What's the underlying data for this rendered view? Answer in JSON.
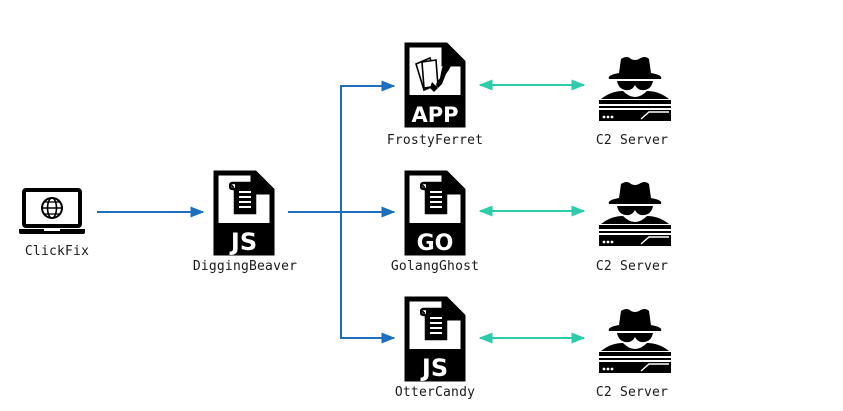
{
  "diagram": {
    "colors": {
      "flow_arrow": "#1f6fbf",
      "c2_arrow": "#2ecbaa",
      "icon": "#000000",
      "text": "#1a1a1a"
    },
    "nodes": {
      "clickfix": {
        "label": "ClickFix",
        "icon": "laptop-globe-icon"
      },
      "diggingbeaver": {
        "label": "DiggingBeaver",
        "icon": "js-file-icon",
        "badge": "JS"
      },
      "frostyferret": {
        "label": "FrostyFerret",
        "icon": "app-file-icon",
        "badge": "APP"
      },
      "golangghost": {
        "label": "GolangGhost",
        "icon": "go-file-icon",
        "badge": "GO"
      },
      "ottercandy": {
        "label": "OtterCandy",
        "icon": "js-file-icon",
        "badge": "JS"
      },
      "c2_1": {
        "label": "C2 Server",
        "icon": "c2-server-spy-icon"
      },
      "c2_2": {
        "label": "C2 Server",
        "icon": "c2-server-spy-icon"
      },
      "c2_3": {
        "label": "C2 Server",
        "icon": "c2-server-spy-icon"
      }
    },
    "edges": [
      {
        "from": "ClickFix",
        "to": "DiggingBeaver",
        "type": "one-way"
      },
      {
        "from": "DiggingBeaver",
        "to": "FrostyFerret",
        "type": "one-way"
      },
      {
        "from": "DiggingBeaver",
        "to": "GolangGhost",
        "type": "one-way"
      },
      {
        "from": "DiggingBeaver",
        "to": "OtterCandy",
        "type": "one-way"
      },
      {
        "from": "FrostyFerret",
        "to": "C2 Server",
        "type": "two-way"
      },
      {
        "from": "GolangGhost",
        "to": "C2 Server",
        "type": "two-way"
      },
      {
        "from": "OtterCandy",
        "to": "C2 Server",
        "type": "two-way"
      }
    ]
  }
}
